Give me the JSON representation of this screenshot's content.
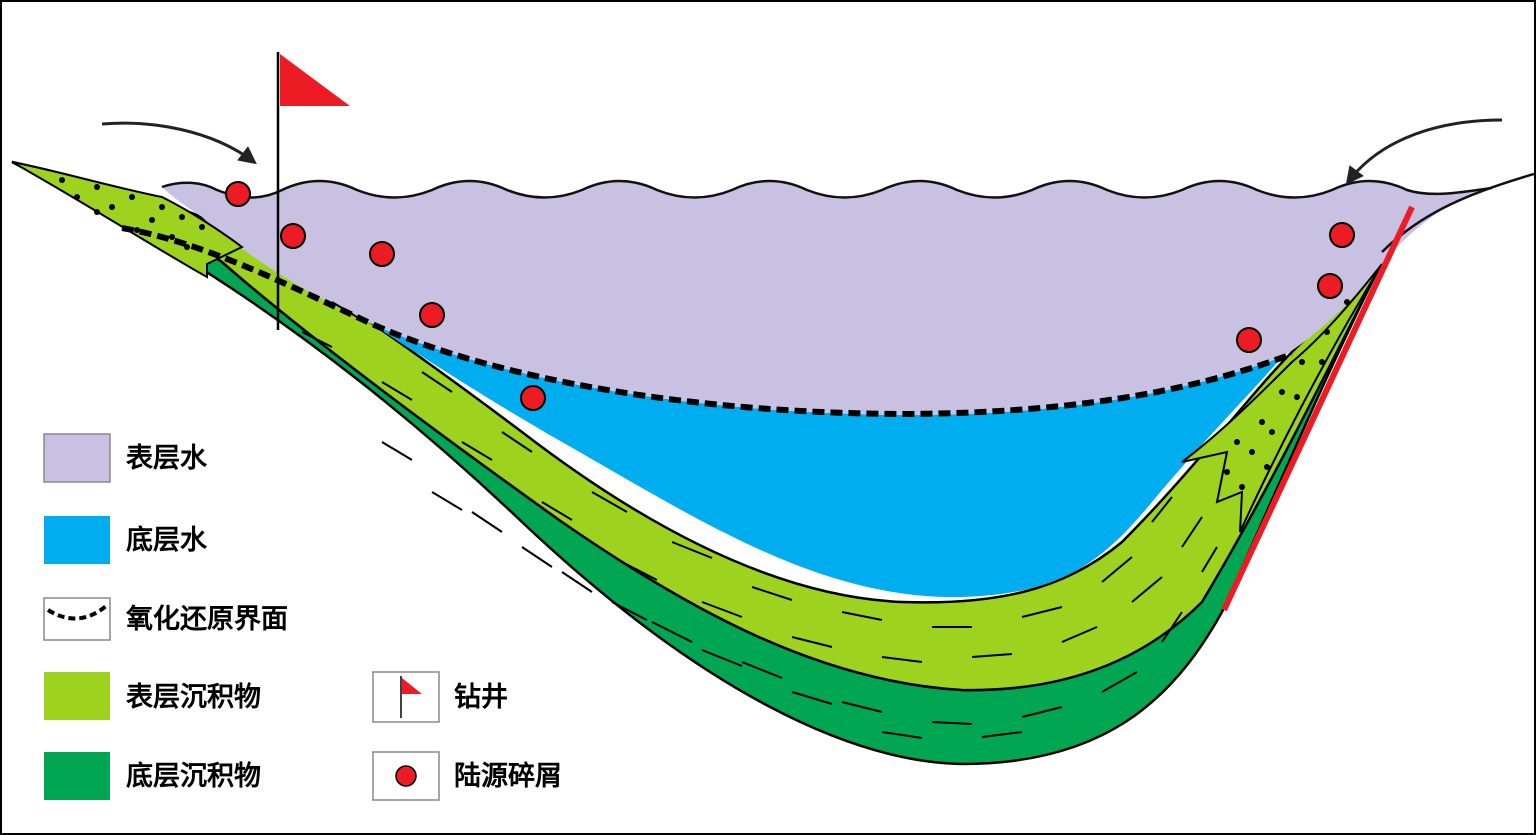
{
  "colors": {
    "surface_water": "#c9c1e2",
    "bottom_water": "#00aeef",
    "surface_sediment": "#9dd21f",
    "bottom_sediment": "#00a651",
    "flag": "#ed1c24",
    "debris": "#ed1c24",
    "fault": "#ed1c24",
    "redox_line": "#000000"
  },
  "legend": {
    "surface_water": "表层水",
    "bottom_water": "底层水",
    "redox_interface": "氧化还原界面",
    "surface_sediment": "表层沉积物",
    "bottom_sediment": "底层沉积物",
    "drill_well": "钻井",
    "terrigenous_debris": "陆源碎屑"
  },
  "icons": {
    "flag": "drill-flag-icon",
    "debris": "debris-dot-icon",
    "inflow": "inflow-arrow-icon"
  }
}
